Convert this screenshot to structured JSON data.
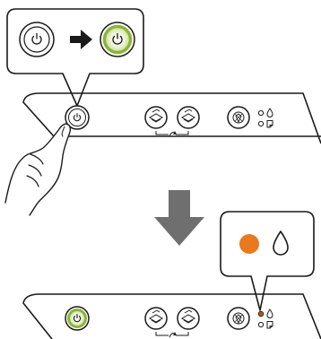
{
  "diagram": {
    "steps": [
      {
        "id": "press-power",
        "callout": {
          "before": {
            "icon": "power-icon",
            "state": "off"
          },
          "arrow": "right-arrow-icon",
          "after": {
            "icon": "power-icon",
            "state": "lit"
          }
        },
        "hand": "pointing-hand-icon",
        "panel_buttons": [
          "power-button",
          "copy-bw-button",
          "copy-color-button",
          "stop-button"
        ],
        "status_icons": [
          "wifi-light-icon",
          "ink-drop-icon",
          "paper-icon"
        ]
      },
      {
        "id": "ink-light-on",
        "callout": {
          "indicator": {
            "icon": "ink-light-icon",
            "state": "on"
          },
          "symbol": "ink-drop-icon"
        },
        "panel_buttons": [
          "power-button",
          "copy-bw-button",
          "copy-color-button",
          "stop-button"
        ],
        "status_icons": [
          "ink-light-icon",
          "ink-drop-icon",
          "paper-icon"
        ]
      }
    ],
    "transition_arrow": "down-arrow-icon"
  },
  "colors": {
    "outline": "#1a1a1a",
    "power_lit": "#8db43a",
    "power_lit_fill": "#c9dc8e",
    "ink_light": "#e8791f",
    "ink_light_dark": "#b5561a",
    "arrow_gray": "#6f6f6f",
    "background": "#ffffff"
  }
}
